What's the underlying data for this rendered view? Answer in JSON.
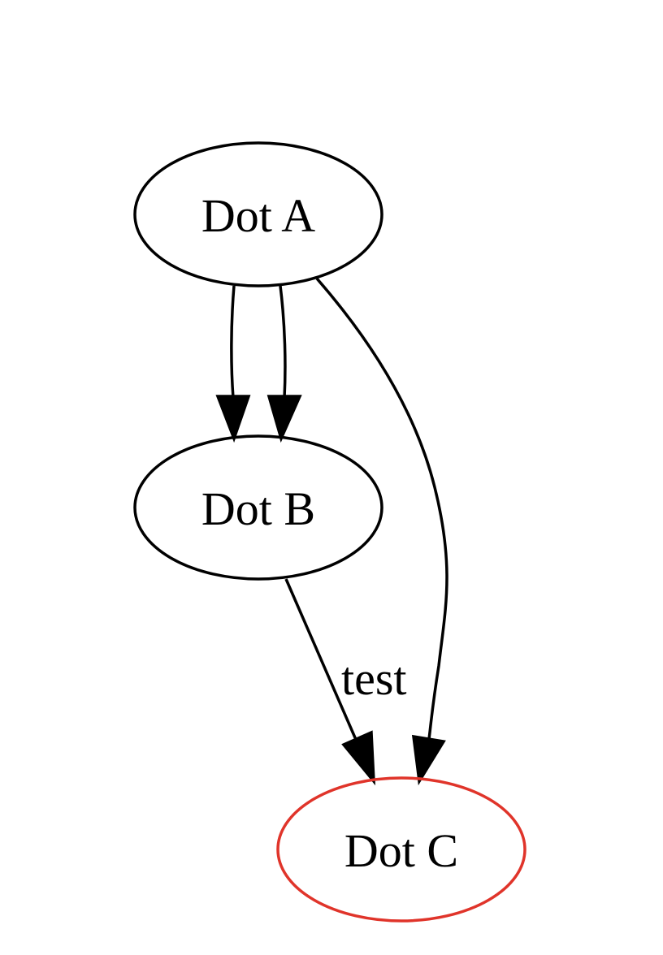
{
  "diagram": {
    "type": "directed-graph",
    "nodes": [
      {
        "id": "A",
        "label": "Dot A",
        "color": "#000000"
      },
      {
        "id": "B",
        "label": "Dot B",
        "color": "#000000"
      },
      {
        "id": "C",
        "label": "Dot C",
        "color": "#e0342a"
      }
    ],
    "edges": [
      {
        "from": "A",
        "to": "B",
        "label": ""
      },
      {
        "from": "A",
        "to": "B",
        "label": ""
      },
      {
        "from": "A",
        "to": "C",
        "label": ""
      },
      {
        "from": "B",
        "to": "C",
        "label": "test"
      }
    ],
    "edge_color": "#000000",
    "text_color": "#000000"
  }
}
